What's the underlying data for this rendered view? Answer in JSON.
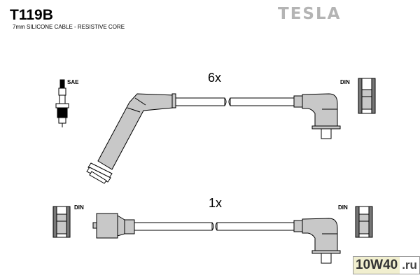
{
  "header": {
    "part_number": "T119B",
    "description": "7mm SILICONE CABLE - RESISTIVE CORE",
    "brand": "TESLA"
  },
  "cables": [
    {
      "quantity_label": "6x",
      "left_end": "angled boot",
      "right_end": "90° boot"
    },
    {
      "quantity_label": "1x",
      "left_end": "straight boot",
      "right_end": "90° boot"
    }
  ],
  "labels": {
    "sae": "SAE",
    "din_top_right": "DIN",
    "din_bottom_left": "DIN",
    "din_bottom_right": "DIN"
  },
  "watermark": {
    "part1": "10W40",
    "part2": ".ru"
  },
  "colors": {
    "boot_fill": "#c8c8c8",
    "brand": "#b4b4b4",
    "watermark_bg": "#f1efcf"
  }
}
